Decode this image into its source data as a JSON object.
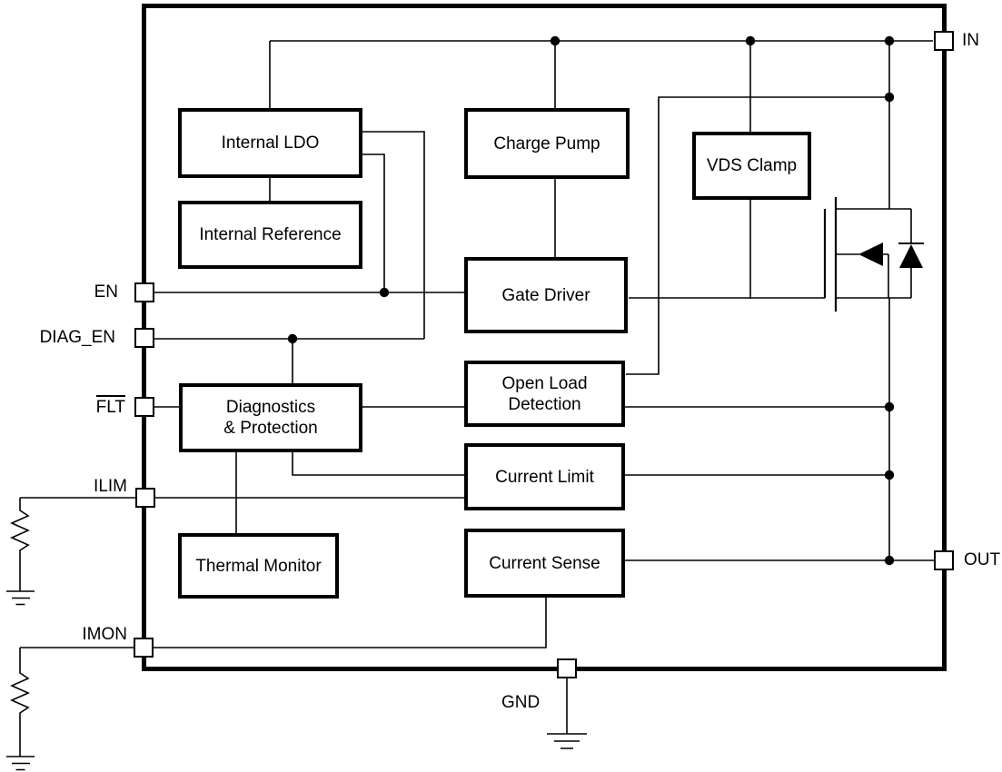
{
  "figure": {
    "kind": "IC functional block diagram",
    "colors": {
      "line": "#000000",
      "background": "#ffffff"
    }
  },
  "blocks": [
    {
      "label": "Internal LDO"
    },
    {
      "label": "Internal Reference"
    },
    {
      "label": "Charge Pump"
    },
    {
      "label": "VDS Clamp"
    },
    {
      "label": "Gate Driver"
    },
    {
      "label": "Open Load\nDetection"
    },
    {
      "label": "Current Limit"
    },
    {
      "label": "Diagnostics\n& Protection"
    },
    {
      "label": "Thermal Monitor"
    },
    {
      "label": "Current Sense"
    }
  ],
  "pins": {
    "in": "IN",
    "out": "OUT",
    "gnd": "GND",
    "en": "EN",
    "diag_en": "DIAG_EN",
    "flt": "FLT",
    "ilim": "ILIM",
    "imon": "IMON"
  },
  "symbols": {
    "pass_fet": "n-channel MOSFET with left-pointing body arrow",
    "body_diode": "diode between source and drain, cathode at drain",
    "ilim_resistor": "resistor from ILIM pin to ground",
    "imon_resistor": "resistor from IMON pin to ground",
    "ground": "earth ground (three bars)"
  }
}
